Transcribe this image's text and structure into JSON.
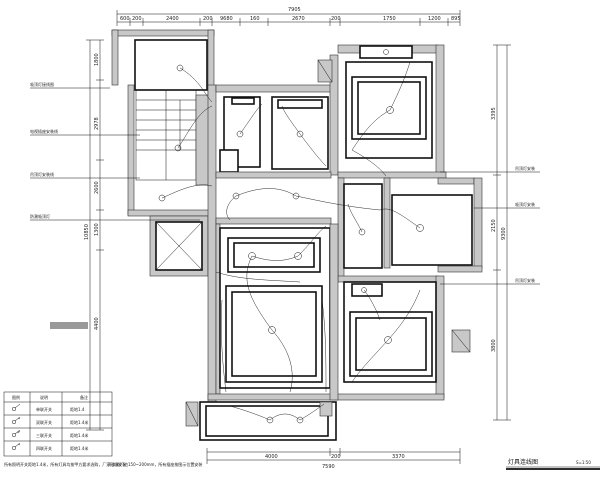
{
  "drawing": {
    "title": "灯具连线图",
    "scale": "S=1:50"
  },
  "dimensions": {
    "top_total": "7905",
    "top_segments": [
      "600",
      "200",
      "2400",
      "200",
      "9680",
      "160",
      "2670",
      "200",
      "1750",
      "1200",
      "895"
    ],
    "left_overall": "10850",
    "left_segments": [
      "1800",
      "2978",
      "2600",
      "1300",
      "4400"
    ],
    "right_overall": "9300",
    "right_segments": [
      "3395",
      "2150",
      "3800"
    ],
    "bottom_segments": [
      "4000",
      "200",
      "3370"
    ],
    "bottom_total": "7590"
  },
  "callouts": {
    "left": [
      "吸顶灯接线图",
      "电视插座安装线",
      "吊顶灯安装线",
      "防潮吸顶灯"
    ],
    "right": [
      "吊顶灯安装",
      "吸顶灯安装",
      "吊顶灯安装"
    ]
  },
  "legend": {
    "headers": [
      "图例",
      "说明",
      "备注"
    ],
    "rows": [
      {
        "name": "单联开关",
        "note": "距地1.4"
      },
      {
        "name": "双联开关",
        "note": "距地1.4米"
      },
      {
        "name": "三联开关",
        "note": "距地1.4米"
      },
      {
        "name": "四联开关",
        "note": "距地1.4米"
      }
    ]
  },
  "notes": [
    "所有照明开关距地1.4米，所有灯具均按甲方要求选购，厂家现场安装",
    "开关距门边150~200mm，所有插座按图示位置安装"
  ]
}
